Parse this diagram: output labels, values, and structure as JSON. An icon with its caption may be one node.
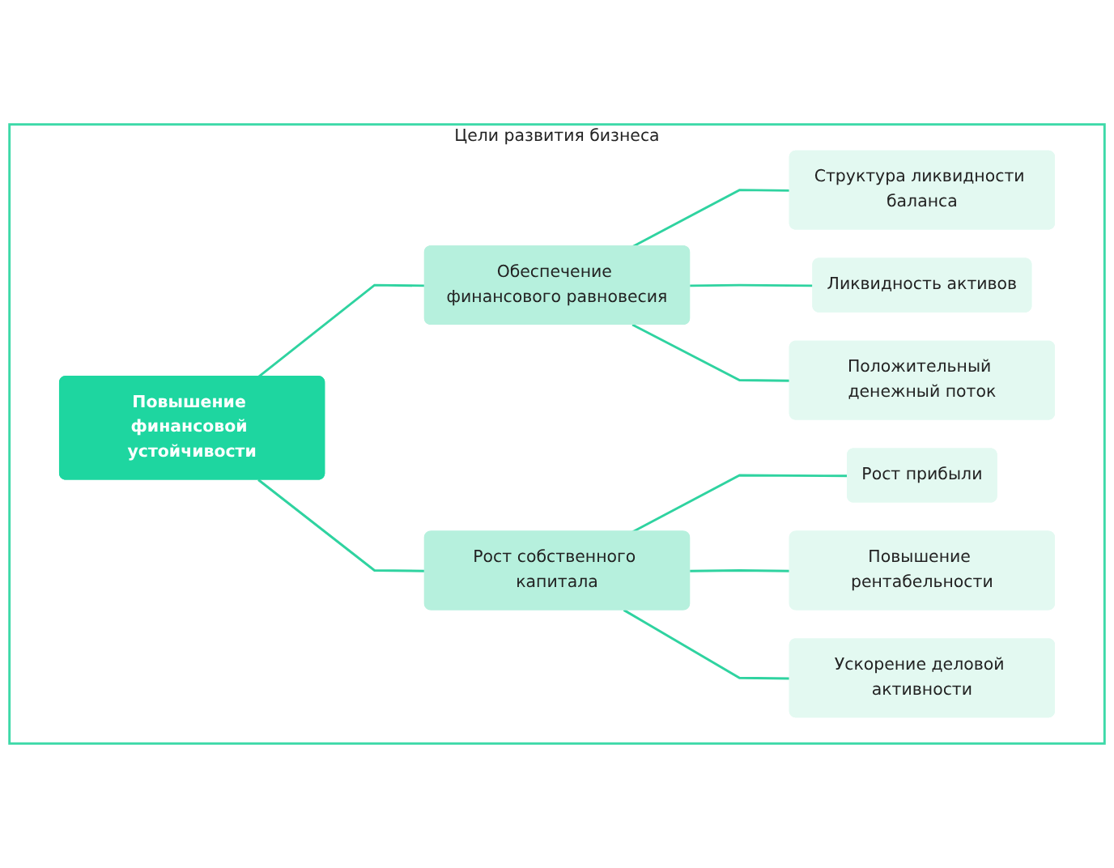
{
  "diagram": {
    "nodes": [
      {
        "text": [
          "Цели развития бизнеса"
        ]
      },
      {
        "text": [
          "Повышение финансовой устойчивости"
        ],
        "in": 0
      },
      {
        "text": [
          "Обеспечение финансового равновесия"
        ],
        "in": 0
      },
      {
        "text": [
          "Структура ликвидности баланса"
        ],
        "in": 0
      },
      {
        "text": [
          "Ликвидность активов"
        ],
        "in": 0
      },
      {
        "text": [
          "Положительный денежный поток"
        ],
        "in": 0
      },
      {
        "text": [
          "Рост собственного капитала"
        ],
        "in": 0
      },
      {
        "text": [
          "Рост прибыли"
        ],
        "in": 0
      },
      {
        "text": [
          "Повышение рентабельности"
        ],
        "in": 0
      },
      {
        "text": [
          "Ускорение деловой активности"
        ],
        "in": 0
      }
    ],
    "edges": [
      {
        "from": 1,
        "to": 2,
        "arrow": "none"
      },
      {
        "from": 1,
        "to": 6,
        "arrow": "none"
      },
      {
        "from": 2,
        "to": 3,
        "arrow": "none"
      },
      {
        "from": 2,
        "to": 4,
        "arrow": "none"
      },
      {
        "from": 2,
        "to": 5,
        "arrow": "none"
      },
      {
        "from": 6,
        "to": 7,
        "arrow": "none"
      },
      {
        "from": 6,
        "to": 8,
        "arrow": "none"
      },
      {
        "from": 6,
        "to": 9,
        "arrow": "none"
      }
    ]
  }
}
